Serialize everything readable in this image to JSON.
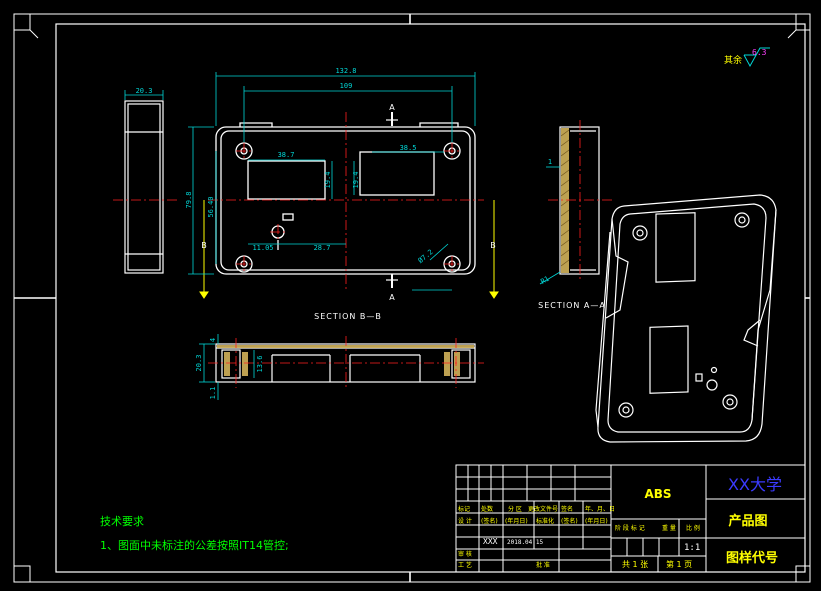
{
  "colors": {
    "background": "#000000",
    "outline": "#ffffff",
    "dimension": "#00d7d7",
    "center": "#ff2020",
    "title": "#00ff00",
    "yellow": "#ffff00",
    "magenta": "#ff40ff",
    "hatch": "#d2b25a",
    "blue": "#3b3bff",
    "orange": "#ff9a3a"
  },
  "dims": {
    "w_outer": "132.8",
    "w_inner": "109",
    "w_left_top": "20.3",
    "h_outer": "79.8",
    "h_inner": "56.40",
    "win_left_w": "38.7",
    "win_right_w": "38.5",
    "win_h_left": "19.4",
    "win_h_right": "19.4",
    "hole_x": "11.05",
    "hole_gap": "28.7",
    "boss_dia": "Ø7.2",
    "thick": "1",
    "r_side": "R1",
    "bottom_h_total": "20.3",
    "bottom_h_1": "4",
    "bottom_h_2": "1.1",
    "bottom_h_boss": "13.6"
  },
  "labels": {
    "section_a": "A",
    "section_b": "B",
    "section_bb": "SECTION B—B",
    "section_aa": "SECTION A—A",
    "roughness_word": "其余",
    "roughness_value": "6.3"
  },
  "notes": {
    "heading": "技术要求",
    "line1": "1、图面中未标注的公差按照IT14管控;"
  },
  "title_block": {
    "material": "ABS",
    "school": "XX大学",
    "drawing_name": "产品图",
    "drawing_no": "图样代号",
    "scale": "1:1",
    "drawer": "XXX",
    "date": "2018.04.15",
    "sheets_total": "共 1 张",
    "sheet_no": "第 1 页",
    "header_cells": [
      "标记",
      "处数",
      "分 区",
      "更改文件号",
      "签名",
      "年、月、日"
    ],
    "design_row": [
      "设 计",
      "(签名)",
      "(年月日)",
      "标准化",
      "(签名)",
      "(年月日)"
    ],
    "stage_cells": [
      "阶 段 标 记",
      "重 量",
      "比 例"
    ],
    "audit": "审 核",
    "process": "工 艺",
    "approve": "批 准"
  }
}
